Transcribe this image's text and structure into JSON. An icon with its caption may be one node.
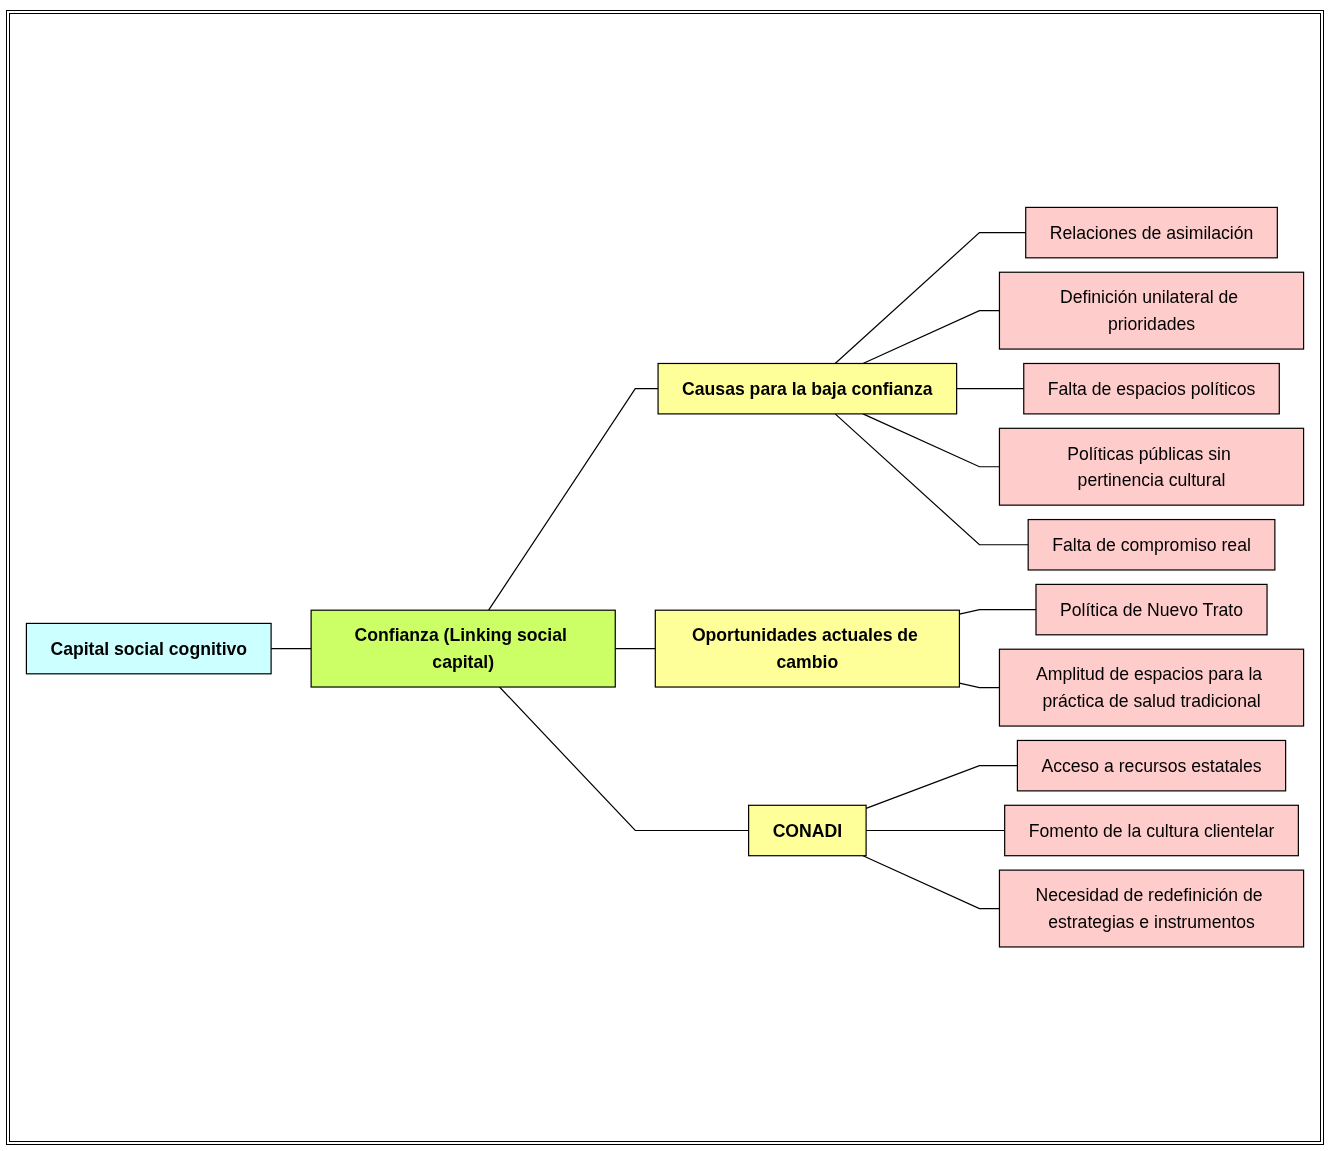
{
  "diagram": {
    "nodes": [
      {
        "text": [
          "Capital social cognitivo"
        ]
      },
      {
        "text": [
          "Confianza (Linking social capital)"
        ]
      },
      {
        "text": [
          "Causas para la baja confianza"
        ]
      },
      {
        "text": [
          "Oportunidades actuales de cambio"
        ]
      },
      {
        "text": [
          "CONADI"
        ]
      },
      {
        "text": [
          "Relaciones de asimilación"
        ]
      },
      {
        "text": [
          "Definición unilateral de prioridades"
        ]
      },
      {
        "text": [
          "Falta de espacios políticos"
        ]
      },
      {
        "text": [
          "Políticas públicas sin pertinencia cultural"
        ]
      },
      {
        "text": [
          "Falta de compromiso real"
        ]
      },
      {
        "text": [
          "Política de Nuevo Trato"
        ]
      },
      {
        "text": [
          "Amplitud de espacios para la práctica de salud tradicional"
        ]
      },
      {
        "text": [
          "Acceso a recursos estatales"
        ]
      },
      {
        "text": [
          "Fomento de la cultura clientelar"
        ]
      },
      {
        "text": [
          "Necesidad de redefinición de estrategias e instrumentos"
        ]
      }
    ],
    "edges": [
      {
        "from": 0,
        "to": 1,
        "arrow": "none"
      },
      {
        "from": 1,
        "to": 2,
        "arrow": "none"
      },
      {
        "from": 1,
        "to": 3,
        "arrow": "none"
      },
      {
        "from": 1,
        "to": 4,
        "arrow": "none"
      },
      {
        "from": 2,
        "to": 5,
        "arrow": "none"
      },
      {
        "from": 2,
        "to": 6,
        "arrow": "none"
      },
      {
        "from": 2,
        "to": 7,
        "arrow": "none"
      },
      {
        "from": 2,
        "to": 8,
        "arrow": "none"
      },
      {
        "from": 2,
        "to": 9,
        "arrow": "none"
      },
      {
        "from": 3,
        "to": 10,
        "arrow": "none"
      },
      {
        "from": 3,
        "to": 11,
        "arrow": "none"
      },
      {
        "from": 4,
        "to": 12,
        "arrow": "none"
      },
      {
        "from": 4,
        "to": 13,
        "arrow": "none"
      },
      {
        "from": 4,
        "to": 14,
        "arrow": "none"
      }
    ]
  }
}
